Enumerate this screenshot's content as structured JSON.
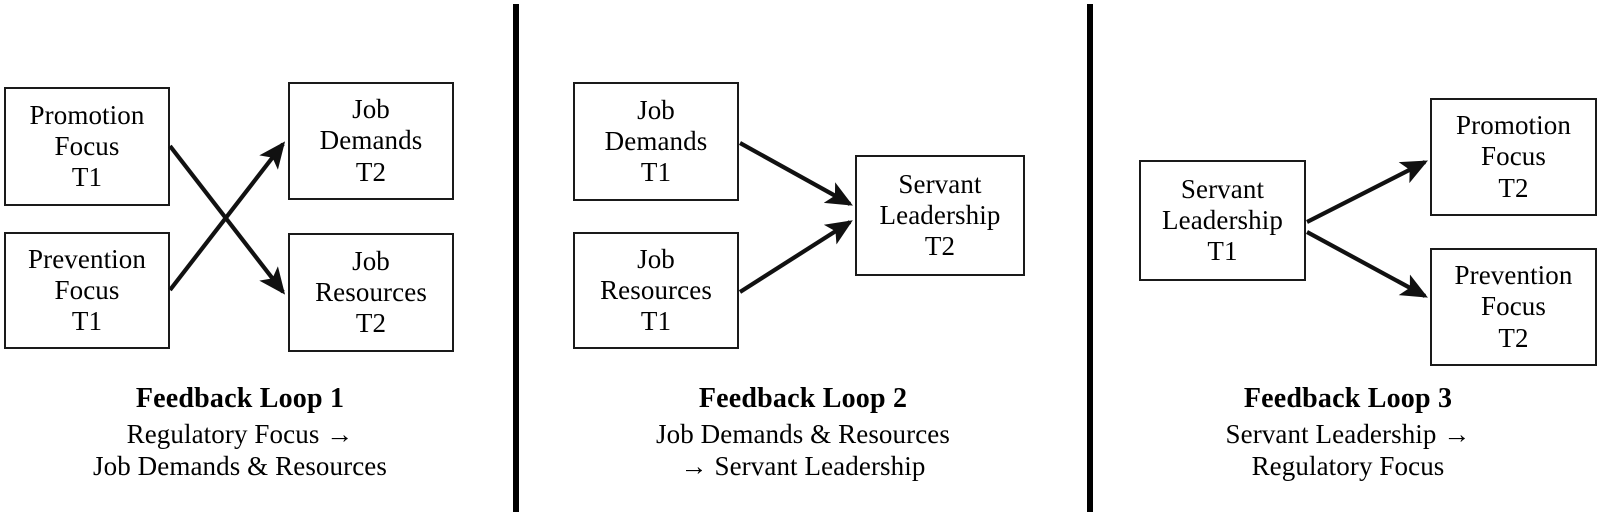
{
  "figure": {
    "type": "diagram",
    "kind": "three-panel-path-model",
    "panel_count": 3
  },
  "panels": [
    {
      "id": "feedback-loop-1",
      "nodes": [
        {
          "key": "promotion-focus-t1",
          "label": "Promotion\nFocus\nT1"
        },
        {
          "key": "prevention-focus-t1",
          "label": "Prevention\nFocus\nT1"
        },
        {
          "key": "job-demands-t2",
          "label": "Job\nDemands\nT2"
        },
        {
          "key": "job-resources-t2",
          "label": "Job\nResources\nT2"
        }
      ],
      "edges": [
        {
          "from": "prevention-focus-t1",
          "to": "job-demands-t2"
        },
        {
          "from": "promotion-focus-t1",
          "to": "job-resources-t2"
        }
      ],
      "caption": {
        "title": "Feedback Loop 1",
        "subtitle": "Regulatory Focus →\nJob Demands & Resources"
      }
    },
    {
      "id": "feedback-loop-2",
      "nodes": [
        {
          "key": "job-demands-t1",
          "label": "Job\nDemands\nT1"
        },
        {
          "key": "job-resources-t1",
          "label": "Job\nResources\nT1"
        },
        {
          "key": "servant-leadership-t2",
          "label": "Servant\nLeadership\nT2"
        }
      ],
      "edges": [
        {
          "from": "job-demands-t1",
          "to": "servant-leadership-t2"
        },
        {
          "from": "job-resources-t1",
          "to": "servant-leadership-t2"
        }
      ],
      "caption": {
        "title": "Feedback Loop 2",
        "subtitle": "Job Demands & Resources\n→ Servant Leadership"
      }
    },
    {
      "id": "feedback-loop-3",
      "nodes": [
        {
          "key": "servant-leadership-t1",
          "label": "Servant\nLeadership\nT1"
        },
        {
          "key": "promotion-focus-t2",
          "label": "Promotion\nFocus\nT2"
        },
        {
          "key": "prevention-focus-t2",
          "label": "Prevention\nFocus\nT2"
        }
      ],
      "edges": [
        {
          "from": "servant-leadership-t1",
          "to": "promotion-focus-t2"
        },
        {
          "from": "servant-leadership-t1",
          "to": "prevention-focus-t2"
        }
      ],
      "caption": {
        "title": "Feedback Loop 3",
        "subtitle": "Servant Leadership →\nRegulatory Focus"
      }
    }
  ],
  "colors": {
    "background": "#ffffff",
    "stroke": "#1a1a1a",
    "text": "#000000",
    "divider": "#000000"
  }
}
